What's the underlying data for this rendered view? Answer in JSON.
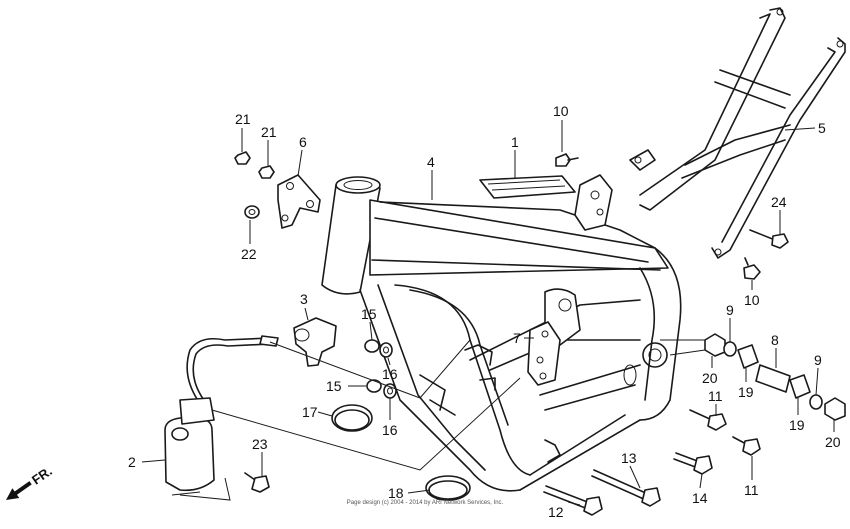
{
  "callouts": [
    {
      "id": "c21a",
      "text": "21"
    },
    {
      "id": "c21b",
      "text": "21"
    },
    {
      "id": "c6",
      "text": "6"
    },
    {
      "id": "c22",
      "text": "22"
    },
    {
      "id": "c4",
      "text": "4"
    },
    {
      "id": "c1",
      "text": "1"
    },
    {
      "id": "c10a",
      "text": "10"
    },
    {
      "id": "c5",
      "text": "5"
    },
    {
      "id": "c24",
      "text": "24"
    },
    {
      "id": "c10b",
      "text": "10"
    },
    {
      "id": "c3",
      "text": "3"
    },
    {
      "id": "c15a",
      "text": "15"
    },
    {
      "id": "c16a",
      "text": "16"
    },
    {
      "id": "c15b",
      "text": "15"
    },
    {
      "id": "c16b",
      "text": "16"
    },
    {
      "id": "c17",
      "text": "17"
    },
    {
      "id": "c7",
      "text": "7"
    },
    {
      "id": "c9a",
      "text": "9"
    },
    {
      "id": "c8",
      "text": "8"
    },
    {
      "id": "c9b",
      "text": "9"
    },
    {
      "id": "c20a",
      "text": "20"
    },
    {
      "id": "c19a",
      "text": "19"
    },
    {
      "id": "c19b",
      "text": "19"
    },
    {
      "id": "c20b",
      "text": "20"
    },
    {
      "id": "c11a",
      "text": "11"
    },
    {
      "id": "c11b",
      "text": "11"
    },
    {
      "id": "c13",
      "text": "13"
    },
    {
      "id": "c14",
      "text": "14"
    },
    {
      "id": "c12",
      "text": "12"
    },
    {
      "id": "c18",
      "text": "18"
    },
    {
      "id": "c2",
      "text": "2"
    },
    {
      "id": "c23",
      "text": "23"
    }
  ],
  "direction_marker": "FR.",
  "copyright": "Page design (c) 2004 - 2014 by ARI Network Services, Inc."
}
